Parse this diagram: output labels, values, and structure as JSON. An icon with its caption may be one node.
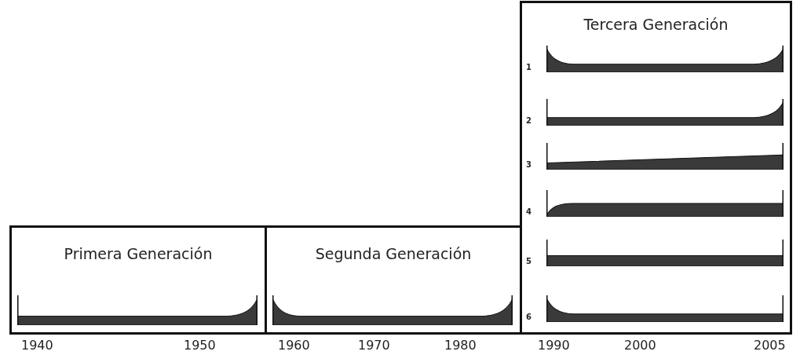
{
  "diagram": {
    "nodes": [
      {
        "text": [
          "Primera Generación"
        ]
      },
      {
        "text": [
          "Segunda Generación"
        ]
      },
      {
        "text": [
          "Tercera Generación"
        ]
      }
    ],
    "labels": [
      "1",
      "2",
      "3",
      "4",
      "5",
      "6",
      "1940",
      "1950",
      "1960",
      "1970",
      "1980",
      "1990",
      "2000",
      "2005"
    ]
  }
}
